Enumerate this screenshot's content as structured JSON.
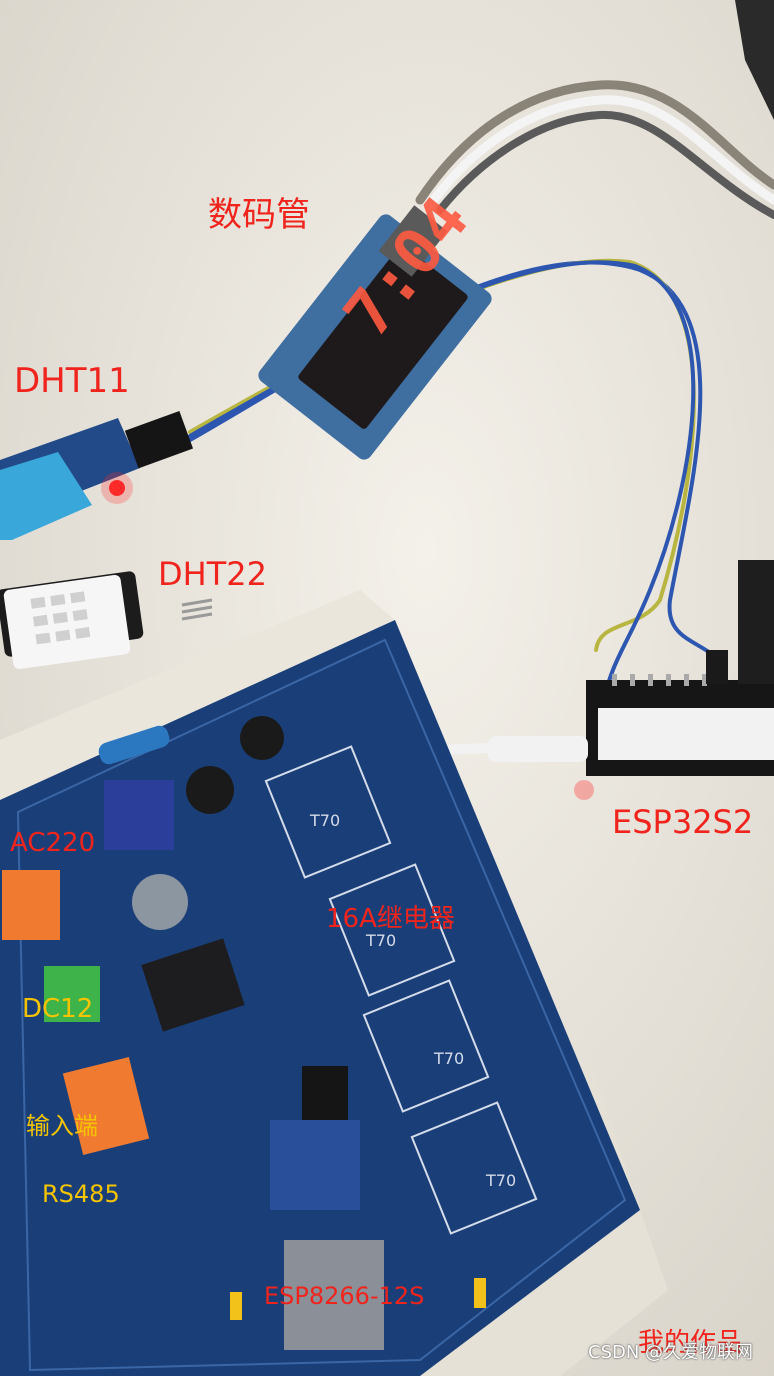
{
  "labels": {
    "seven_segment": "数码管",
    "dht11": "DHT11",
    "dht22": "DHT22",
    "esp32s2": "ESP32S2",
    "ac220": "AC220",
    "relay": "16A继电器",
    "dc12": "DC12",
    "input": "输入端",
    "rs485": "RS485",
    "esp8266": "ESP8266-12S",
    "my_work": "我的作品"
  },
  "display": {
    "digits": "7:04"
  },
  "relay_marking": "T70",
  "watermark": "CSDN @久爱物联网",
  "colors": {
    "label_red": "#f0241c",
    "label_yellow": "#f5c400",
    "pcb_blue": "#1a3f78",
    "background": "#ece8e0"
  }
}
